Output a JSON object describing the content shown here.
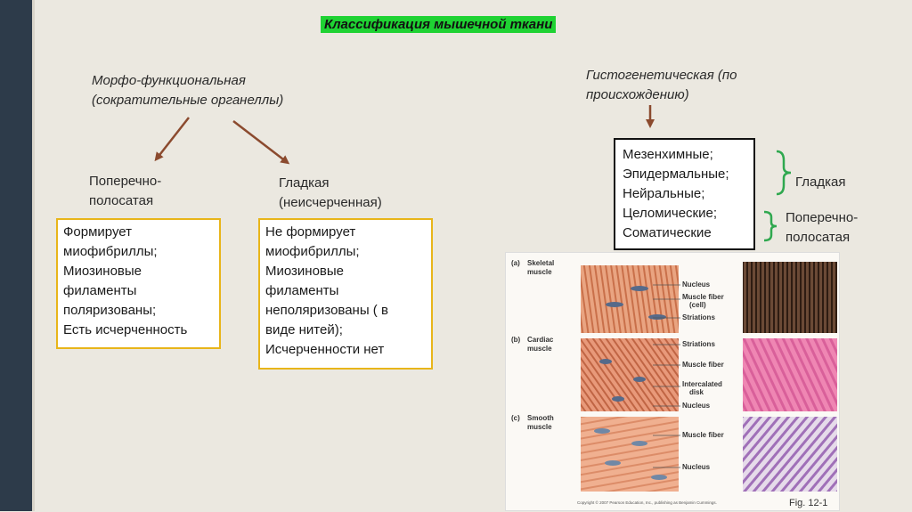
{
  "title": "Классификация мышечной ткани",
  "morpho": {
    "heading_line1": "Морфо-функциональная",
    "heading_line2": "(сократительные органеллы)"
  },
  "striated": {
    "label_line1": "Поперечно-",
    "label_line2": "полосатая",
    "box_lines": [
      "Формирует",
      "миофибриллы;",
      "Миозиновые",
      "филаменты",
      "поляризованы;",
      "Есть исчерченность"
    ]
  },
  "smooth": {
    "label_line1": "Гладкая",
    "label_line2": "(неисчерченная)",
    "box_lines": [
      "Не формирует",
      "миофибриллы;",
      "Миозиновые",
      "филаменты",
      "неполяризованы ( в",
      "виде нитей);",
      "Исчерченности нет"
    ]
  },
  "histo": {
    "heading_line1": "Гистогенетическая (по",
    "heading_line2": "происхождению)",
    "origins": [
      "Мезенхимные;",
      "Эпидермальные;",
      "Нейральные;",
      "Целомические;",
      "Соматические"
    ],
    "group_smooth": "Гладкая",
    "group_striated_line1": "Поперечно-",
    "group_striated_line2": "полосатая"
  },
  "figure": {
    "panels": [
      {
        "tag": "(a)",
        "name_line1": "Skeletal",
        "name_line2": "muscle",
        "labels": [
          "Nucleus",
          "Muscle fiber",
          "(cell)",
          "Striations"
        ]
      },
      {
        "tag": "(b)",
        "name_line1": "Cardiac",
        "name_line2": "muscle",
        "labels": [
          "Striations",
          "Muscle fiber",
          "Intercalated",
          "disk",
          "Nucleus"
        ]
      },
      {
        "tag": "(c)",
        "name_line1": "Smooth",
        "name_line2": "muscle",
        "labels": [
          "Muscle fiber",
          "Nucleus"
        ]
      }
    ],
    "copyright": "Copyright © 2007 Pearson Education, Inc., publishing as Benjamin Cummings.",
    "fig_label": "Fig. 12-1"
  },
  "colors": {
    "title_highlight": "#1fd233",
    "arrow": "#8b4a2e",
    "box_border": "#e8b51a",
    "side_bar": "#2d3b4a",
    "bracket": "#2fa84f"
  }
}
